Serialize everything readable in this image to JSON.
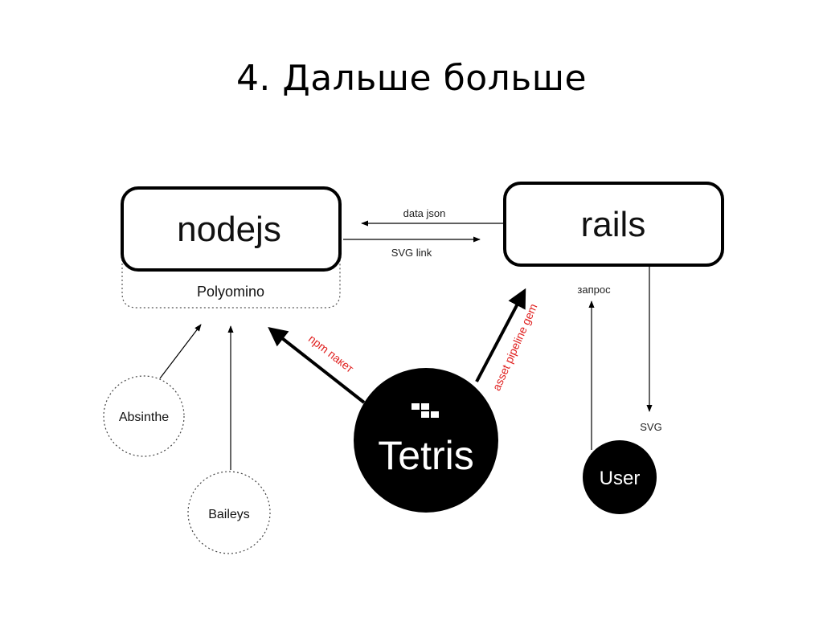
{
  "title": "4. Дальше больше",
  "nodes": {
    "nodejs": "nodejs",
    "polyomino": "Polyomino",
    "rails": "rails",
    "absinthe": "Absinthe",
    "baileys": "Baileys",
    "tetris": "Tetris",
    "user": "User"
  },
  "edges": {
    "data_json": "data json",
    "svg_link": "SVG link",
    "npm_package": "npm пакет",
    "asset_pipeline_gem": "asset pipeline gem",
    "request": "запрос",
    "svg": "SVG"
  },
  "colors": {
    "accent_red": "#e0201f",
    "ink": "#000000"
  }
}
